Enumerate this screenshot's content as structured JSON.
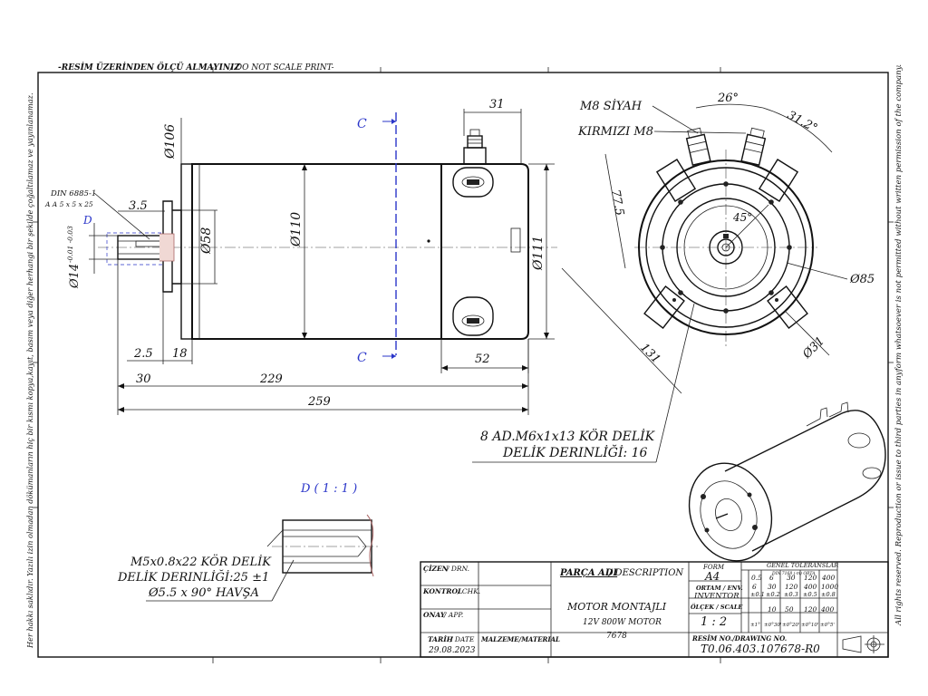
{
  "notice_top_tr": "-RESİM ÜZERİNDEN ÖLÇÜ ALMAYINIZ",
  "notice_top_en": " / DO NOT SCALE PRINT-",
  "side_left": "Her hakkı saklıdır. Yazılı izin olmadan dökümanların hiç bir kısmı kopya,kayıt, basım veya diğer herhangi bir şekilde çoğaltılamaz ve yayınlanamaz.",
  "side_right": "All rights reserved. Reproduction or issue to third parties in anyform whatsoever is not permitted without written permission of the company.",
  "front": {
    "key_spec_1": "DIN 6885-1",
    "key_spec_2": "A A 5 x 5 x 25",
    "detail_tag": "D",
    "section_tag": "C",
    "d_106": "Ø106",
    "d_58": "Ø58",
    "d_110": "Ø110",
    "d_111": "Ø111",
    "d_14": "Ø14",
    "tol_14": "-0.01 -0.03",
    "dim_3_5": "3.5",
    "dim_2_5": "2.5",
    "dim_18": "18",
    "dim_30": "30",
    "dim_229": "229",
    "dim_259": "259",
    "dim_31": "31",
    "dim_52": "52"
  },
  "side": {
    "m8_black": "M8 SİYAH",
    "m8_red": "KIRMIZI M8",
    "ang_26": "26°",
    "ang_31_2": "31.2°",
    "ang_45": "45°",
    "dim_77_5": "77.5",
    "d_85": "Ø85",
    "d_31": "Ø31",
    "dim_131": "131",
    "hole_note_1": "8 AD.M6x1x13 KÖR DELİK",
    "hole_note_2": "DELİK DERINLİĞİ: 16"
  },
  "detail": {
    "title": "D ( 1 : 1 )",
    "note_1": "M5x0.8x22 KÖR DELİK",
    "note_2": "DELİK DERINLİĞİ:25 ±1",
    "note_3": "Ø5.5 x 90° HAVŞA"
  },
  "title_block": {
    "drawn_label": "ÇİZEN",
    "drawn_en": " / DRN.",
    "check_label": "KONTROL",
    "check_en": " / CHK.",
    "approve_label": "ONAY",
    "approve_en": " / APP.",
    "date_label": "TARİH",
    "date_en": " / DATE",
    "date": "29.08.2023",
    "material_label": "MALZEME/MATERIAL",
    "part_label": "PARÇA ADI",
    "part_en": " / DESCRIPTION",
    "part_name": "MOTOR MONTAJLI",
    "part_sub": "12V 800W MOTOR",
    "part_code": "7678",
    "form_label": "FORM",
    "form": "A4",
    "env_label": "ORTAM / ENV.",
    "env": "INVENTOR",
    "scale_label": "ÖLÇEK / SCALE",
    "scale": "1 : 2",
    "tol_title": "GENEL TOLERANSLAR",
    "tol_sub": "DIN 7168 (-m) ORTA",
    "tol_row1": [
      "0.5",
      "6",
      "30",
      "120",
      "400"
    ],
    "tol_row2": [
      "6",
      "30",
      "120",
      "400",
      "1000"
    ],
    "tol_row3": [
      "±0.1",
      "±0.2",
      "±0.3",
      "±0.5",
      "±0.8"
    ],
    "tol_row4": [
      "10",
      "50",
      "120",
      "400"
    ],
    "tol_row5": [
      "±1°",
      "±0°30'",
      "±0°20'",
      "±0°10'",
      "±0°5'"
    ],
    "drawing_no_label": "RESİM NO./DRAWING NO.",
    "drawing_no": "T0.06.403.107678-R0"
  }
}
